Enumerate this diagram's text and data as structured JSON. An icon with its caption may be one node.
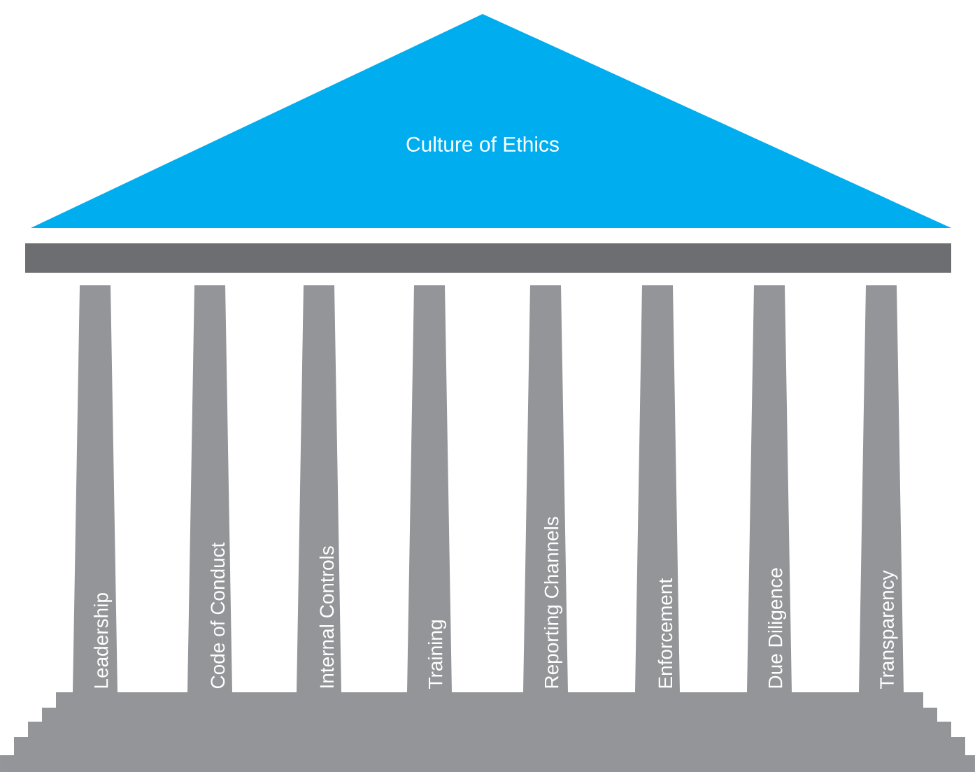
{
  "diagram": {
    "nodes": [
      {
        "text": [
          "Culture of Ethics"
        ]
      },
      {
        "text": [
          "Leadership"
        ]
      },
      {
        "text": [
          "Code of Conduct"
        ]
      },
      {
        "text": [
          "Internal Controls"
        ]
      },
      {
        "text": [
          "Training"
        ]
      },
      {
        "text": [
          "Reporting Channels"
        ]
      },
      {
        "text": [
          "Enforcement"
        ]
      },
      {
        "text": [
          "Due Diligence"
        ]
      },
      {
        "text": [
          "Transparency"
        ]
      }
    ]
  }
}
